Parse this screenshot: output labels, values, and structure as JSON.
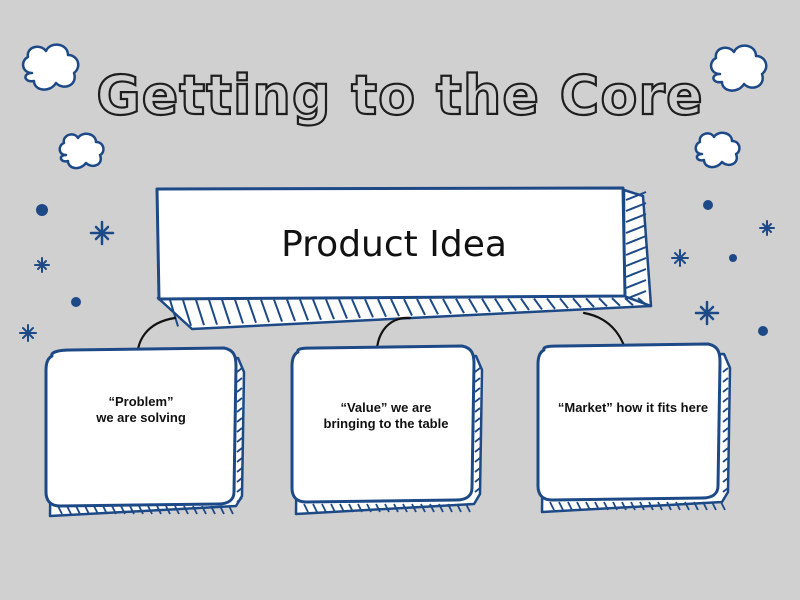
{
  "title": "Getting to the Core",
  "main_box": {
    "label": "Product Idea"
  },
  "cards": [
    {
      "line1": "“Problem”",
      "line2": "we are solving"
    },
    {
      "line1": "“Value” we are",
      "line2": "bringing to the table"
    },
    {
      "line1": "“Market” how it fits here",
      "line2": ""
    }
  ],
  "colors": {
    "background": "#d0d0d0",
    "ink": "#1e1e1e",
    "accent_blue": "#1d4a87",
    "card_fill": "#ffffff"
  },
  "decor_icons": [
    "cloud-icon",
    "sparkle-icon",
    "dot-icon",
    "curved-arrow-icon"
  ]
}
